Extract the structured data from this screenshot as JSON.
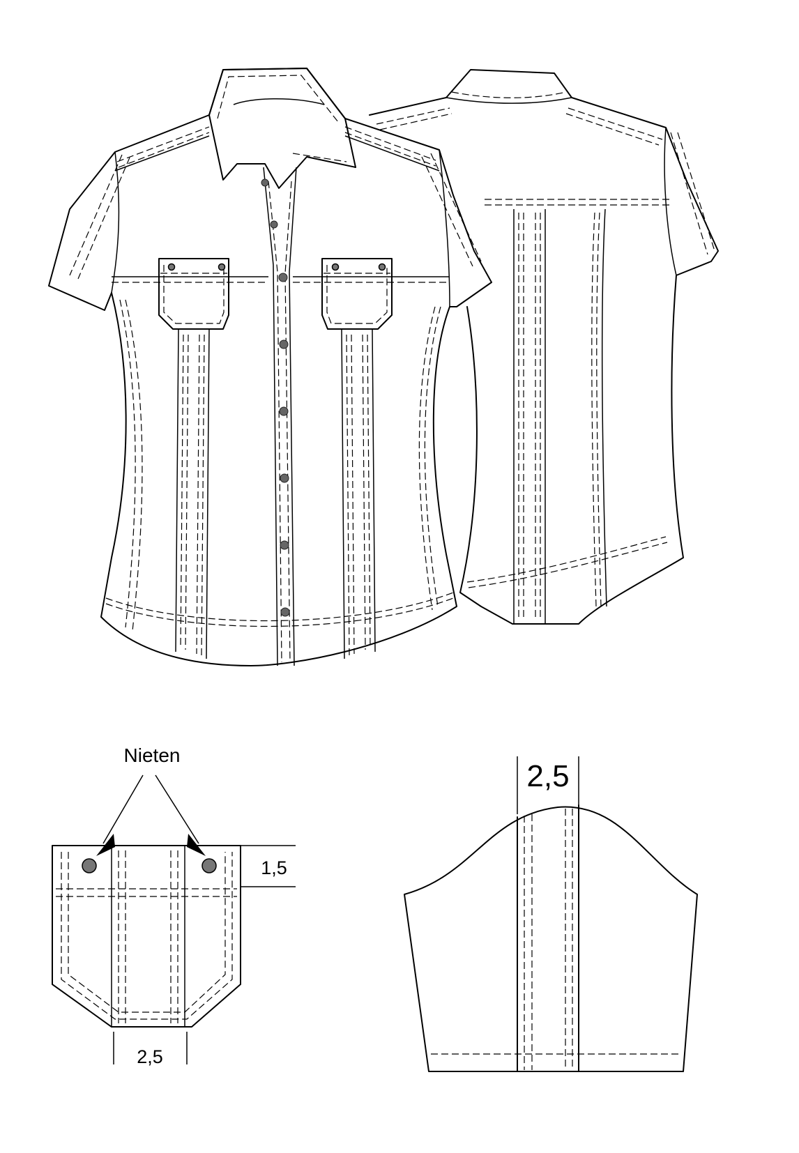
{
  "labels": {
    "rivets": "Nieten",
    "pocket_top_measure": "1,5",
    "pocket_bottom_measure": "2,5",
    "sleeve_measure": "2,5"
  },
  "colors": {
    "line": "#000000",
    "rivet": "#777777",
    "background": "#ffffff"
  }
}
